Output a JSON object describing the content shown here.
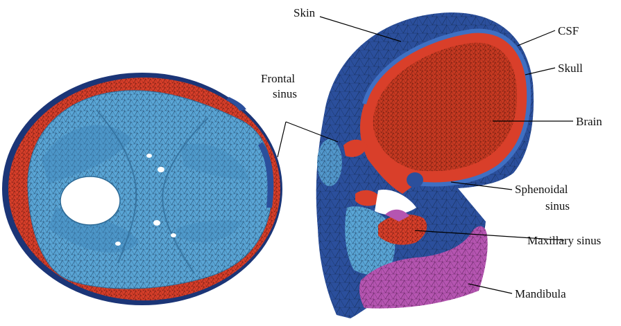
{
  "labels": {
    "skin": "Skin",
    "csf": "CSF",
    "skull": "Skull",
    "brain": "Brain",
    "frontal_1": "Frontal",
    "frontal_2": "sinus",
    "sphenoidal_1": "Sphenoidal",
    "sphenoidal_2": "sinus",
    "maxillary": "Maxillary sinus",
    "mandibula": "Mandibula"
  },
  "colors": {
    "skin_blue": "#2b4f9c",
    "skin_blue_dark": "#1b3577",
    "bone_light_blue": "#5aa6d6",
    "bone_light_blue_dark": "#3f86bb",
    "csf_red": "#d93f2a",
    "brain_red": "#c93a22",
    "mandible_magenta": "#b555b1",
    "mesh_line": "#0c1e3a"
  },
  "icons": {
    "left_view": "skull-base-top-view-icon",
    "right_view": "head-sagittal-cut-view-icon"
  }
}
